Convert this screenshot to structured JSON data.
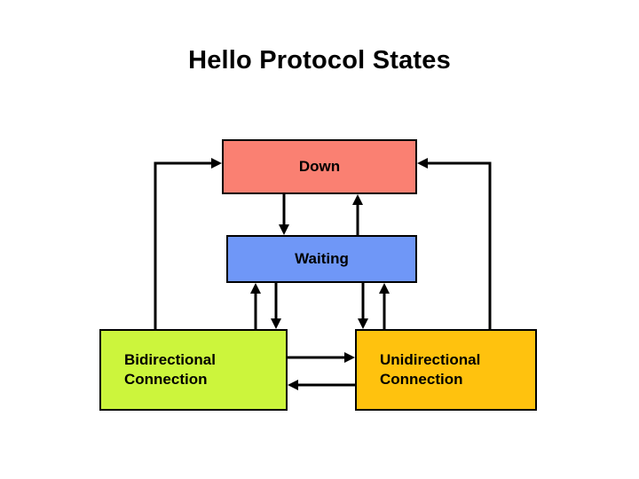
{
  "title": "Hello Protocol States",
  "diagram": {
    "type": "state-diagram",
    "background": "#ffffff",
    "line_color": "#000000",
    "text_color": "#000000",
    "nodes": [
      {
        "id": "down",
        "label": "Down",
        "color": "#FA8072",
        "align": "center"
      },
      {
        "id": "waiting",
        "label": "Waiting",
        "color": "#6F97F7",
        "align": "center"
      },
      {
        "id": "bidirectional",
        "label": "Bidirectional\nConnection",
        "color": "#CCF53C",
        "align": "left"
      },
      {
        "id": "unidirectional",
        "label": "Unidirectional\nConnection",
        "color": "#FFC20E",
        "align": "left"
      }
    ],
    "edges": [
      {
        "from": "bidirectional",
        "to": "down",
        "route": "left-elbow",
        "label": ""
      },
      {
        "from": "unidirectional",
        "to": "down",
        "route": "right-elbow",
        "label": ""
      },
      {
        "from": "down",
        "to": "waiting",
        "route": "vertical",
        "label": ""
      },
      {
        "from": "waiting",
        "to": "down",
        "route": "vertical",
        "label": ""
      },
      {
        "from": "bidirectional",
        "to": "waiting",
        "route": "vertical",
        "label": ""
      },
      {
        "from": "waiting",
        "to": "bidirectional",
        "route": "vertical",
        "label": ""
      },
      {
        "from": "unidirectional",
        "to": "waiting",
        "route": "vertical",
        "label": ""
      },
      {
        "from": "waiting",
        "to": "unidirectional",
        "route": "vertical",
        "label": ""
      },
      {
        "from": "bidirectional",
        "to": "unidirectional",
        "route": "horizontal",
        "label": ""
      },
      {
        "from": "unidirectional",
        "to": "bidirectional",
        "route": "horizontal",
        "label": ""
      }
    ]
  }
}
